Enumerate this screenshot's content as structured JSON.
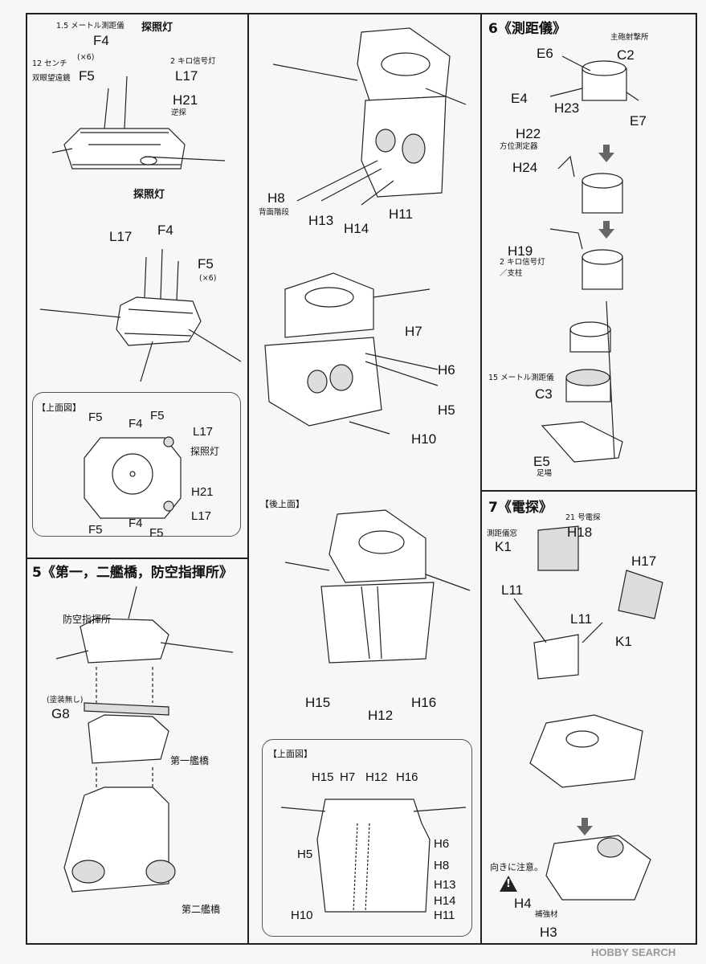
{
  "step5": {
    "header": "5《第一，二艦橋，防空指揮所》",
    "l_bokuu": "防空指揮所",
    "l_nopaint": "(塗装無し)",
    "l_g8": "G8",
    "l_bridge1": "第一艦橋",
    "l_bridge2": "第二艦橋"
  },
  "topleft": {
    "l_rangefinder15": "1.5 メートル測距儀",
    "l_f4a": "F4",
    "l_searchlight_a": "探照灯",
    "l_binoc12": "12 センチ",
    "l_binoc_name": "双眼望遠鏡",
    "l_x6a": "(×6)",
    "l_f5a": "F5",
    "l_signal2": "2 キロ信号灯",
    "l_l17a": "L17",
    "l_h21": "H21",
    "l_reverse": "逆探",
    "l_searchlight_b": "探照灯",
    "l_l17b": "L17",
    "l_f4b": "F4",
    "l_f5b": "F5",
    "l_x6b": "(×6)",
    "topview": {
      "title": "【上面図】",
      "f5_1": "F5",
      "f4_1": "F4",
      "f5_2": "F5",
      "l17_1": "L17",
      "searchlight": "探照灯",
      "h21": "H21",
      "l17_2": "L17",
      "f5_3": "F5",
      "f4_2": "F4",
      "f5_4": "F5"
    }
  },
  "center": {
    "l_h8": "H8",
    "l_back_ladder": "背面階段",
    "l_h13": "H13",
    "l_h14": "H14",
    "l_h11": "H11",
    "l_h7": "H7",
    "l_h6": "H6",
    "l_h5": "H5",
    "l_h10": "H10",
    "rear_title": "【後上面】",
    "l_h15": "H15",
    "l_h12": "H12",
    "l_h16": "H16",
    "topview": {
      "title": "【上面図】",
      "h15": "H15",
      "h7": "H7",
      "h12": "H12",
      "h16": "H16",
      "h6": "H6",
      "h5": "H5",
      "h8": "H8",
      "h13": "H13",
      "h14": "H14",
      "h10": "H10",
      "h11": "H11"
    }
  },
  "step6": {
    "header": "6《測距儀》",
    "l_main_gun": "主砲射撃所",
    "l_e6": "E6",
    "l_c2": "C2",
    "l_e4": "E4",
    "l_h23": "H23",
    "l_e7": "E7",
    "l_h22": "H22",
    "l_bearing": "方位測定器",
    "l_h24": "H24",
    "l_h19": "H19",
    "l_signal2": "2 キロ信号灯",
    "l_pillar": "／支柱",
    "l_rangefinder15": "15 メートル測距儀",
    "l_c3": "C3",
    "l_e5": "E5",
    "l_foot": "足場"
  },
  "step7": {
    "header": "7《電探》",
    "l_radar21": "21 号電探",
    "l_h18": "H18",
    "l_window": "測距儀窓",
    "l_k1a": "K1",
    "l_l11a": "L11",
    "l_h17": "H17",
    "l_l11b": "L11",
    "l_k1b": "K1",
    "l_caution": "向きに注意。",
    "l_h4": "H4",
    "l_reinforce": "補強材",
    "l_h3": "H3"
  },
  "watermark": "HOBBY SEARCH"
}
